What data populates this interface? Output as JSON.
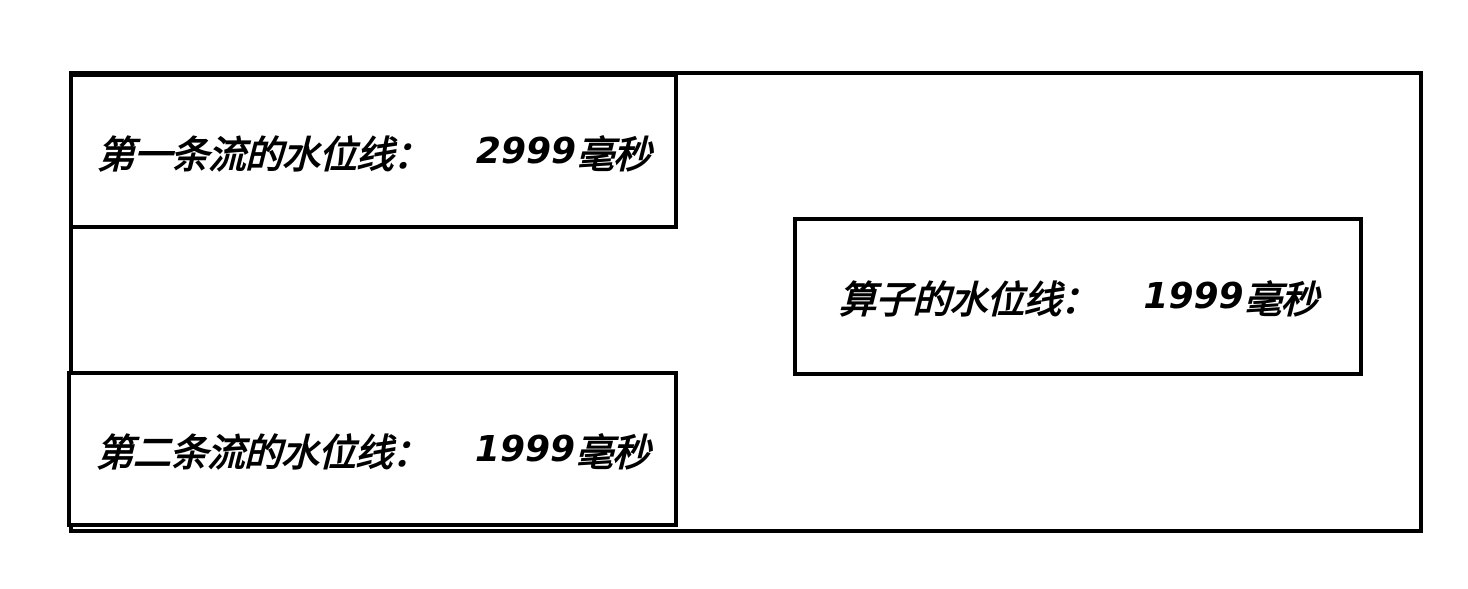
{
  "diagram": {
    "first_stream": {
      "label": "第一条流的水位线：",
      "value": "2999",
      "unit": "毫秒"
    },
    "second_stream": {
      "label": "第二条流的水位线：",
      "value": "1999",
      "unit": "毫秒"
    },
    "operator": {
      "label": "算子的水位线：",
      "value": "1999",
      "unit": "毫秒"
    }
  }
}
